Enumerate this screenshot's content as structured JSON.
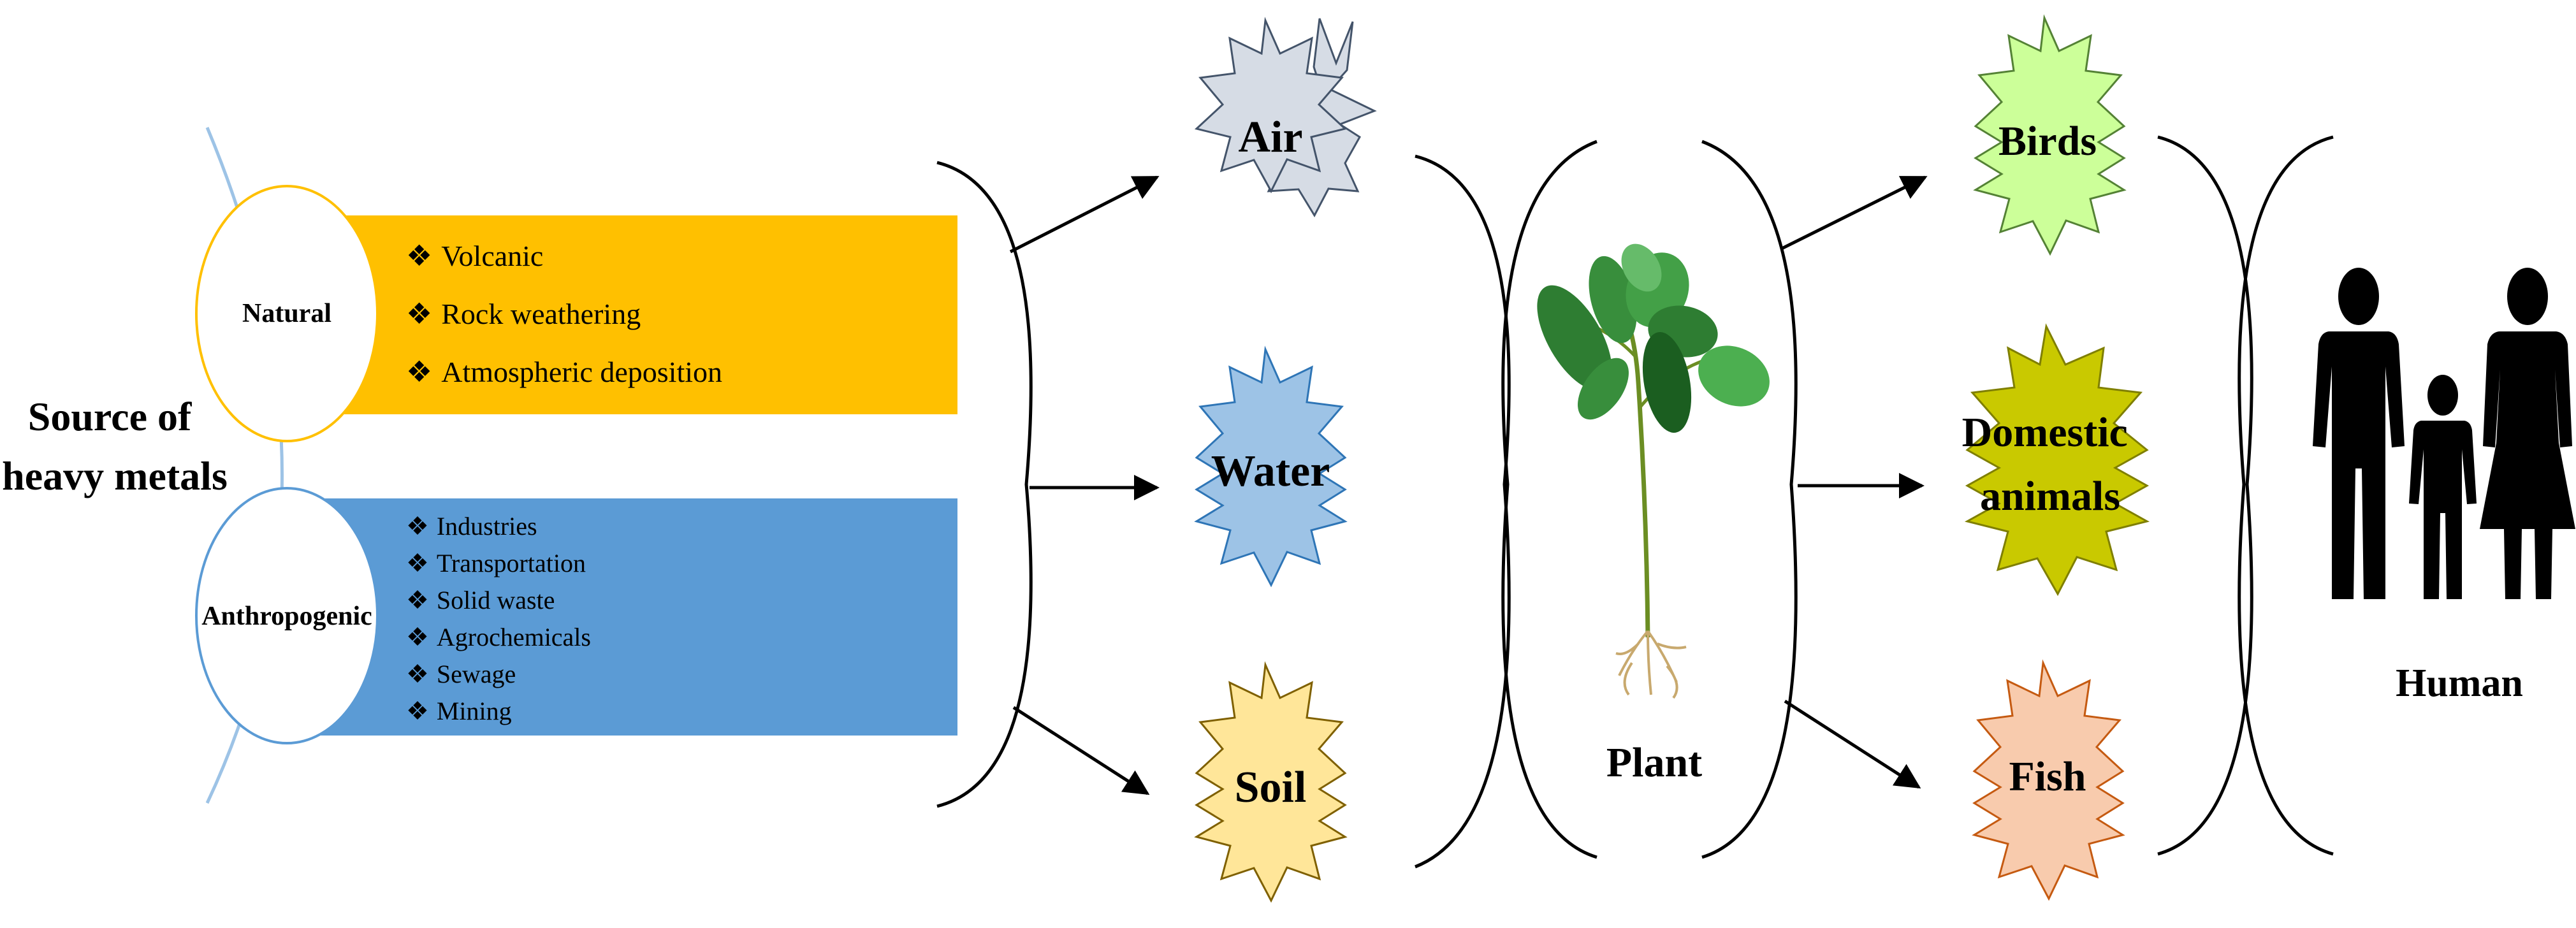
{
  "source": {
    "title_lines": [
      "Source of",
      "heavy metals"
    ]
  },
  "natural": {
    "label": "Natural",
    "color": "#ffc000",
    "items": [
      "Volcanic",
      "Rock weathering",
      "Atmospheric deposition"
    ]
  },
  "anthropogenic": {
    "label": "Anthropogenic",
    "color": "#5b9bd5",
    "items": [
      "Industries",
      "Transportation",
      "Solid waste",
      "Agrochemicals",
      "Sewage",
      "Mining"
    ]
  },
  "bullet_glyph": "❖",
  "media": [
    {
      "label": "Air",
      "color": "#d6dce5"
    },
    {
      "label": "Water",
      "color": "#9dc3e6"
    },
    {
      "label": "Soil",
      "color": "#ffe699"
    }
  ],
  "plant": {
    "label": "Plant"
  },
  "consumers": [
    {
      "lines": [
        "Birds"
      ],
      "color": "#ccff99"
    },
    {
      "lines": [
        "Domestic",
        "animals"
      ],
      "color": "#c9c900"
    },
    {
      "lines": [
        "Fish"
      ],
      "color": "#f8cbad"
    }
  ],
  "human": {
    "label": "Human",
    "icon": "family-silhouette-icon"
  }
}
